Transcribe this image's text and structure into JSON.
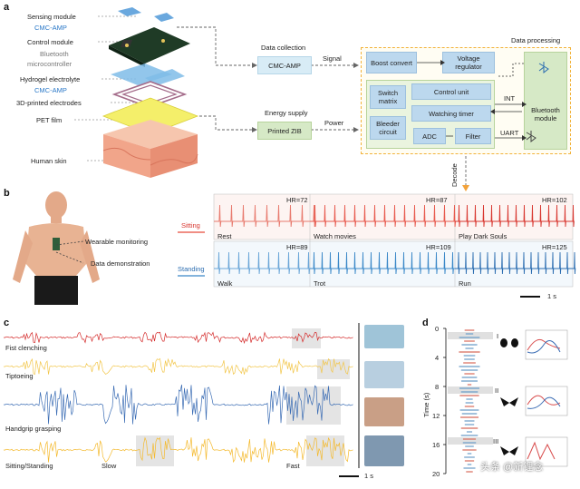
{
  "panels": {
    "a": "a",
    "b": "b",
    "c": "c",
    "d": "d"
  },
  "panel_a": {
    "layers": [
      {
        "name": "Sensing module",
        "sub": "CMC-AMP"
      },
      {
        "name": "Control module",
        "sub": "Bluetooth",
        "sub2": "microcontroller"
      },
      {
        "name": "Hydrogel electrolyte",
        "sub": "CMC-AMP"
      },
      {
        "name": "3D-printed electrodes"
      },
      {
        "name": "PET film"
      },
      {
        "name": "Human skin"
      }
    ],
    "data_collection": {
      "title": "Data collection",
      "box": "CMC-AMP",
      "arrow": "Signal"
    },
    "energy_supply": {
      "title": "Energy supply",
      "box": "Printed ZIB",
      "arrow": "Power"
    },
    "processing": {
      "title": "Data processing",
      "boost": "Boost convert",
      "regulator": "Voltage regulator",
      "switch": "Switch matrix",
      "control": "Control unit",
      "timer": "Watching timer",
      "bleeder": "Bleeder circuit",
      "adc": "ADC",
      "filter": "Filter",
      "int": "INT",
      "uart": "UART",
      "bluetooth": "Bluetooth module"
    },
    "decode": "Decode"
  },
  "panel_b": {
    "wearable": "Wearable monitoring",
    "demo": "Data demonstration",
    "sitting": "Sitting",
    "standing": "Standing",
    "sitting_traces": [
      {
        "activity": "Rest",
        "hr": "HR=72"
      },
      {
        "activity": "Watch movies",
        "hr": "HR=87"
      },
      {
        "activity": "Play Dark Souls",
        "hr": "HR=102"
      }
    ],
    "standing_traces": [
      {
        "activity": "Walk",
        "hr": "HR=89"
      },
      {
        "activity": "Trot",
        "hr": "HR=109"
      },
      {
        "activity": "Run",
        "hr": "HR=125"
      }
    ],
    "scale": "1 s"
  },
  "panel_c": {
    "traces": [
      {
        "label": "Fist clenching",
        "color": "#d42a2a"
      },
      {
        "label": "Tiptoeing",
        "color": "#f2c64a"
      },
      {
        "label": "Handgrip grasping",
        "color": "#3a6cb4"
      },
      {
        "label": "Sitting/Standing",
        "color": "#f4b92c"
      }
    ],
    "slow": "Slow",
    "fast": "Fast",
    "scale": "1 s"
  },
  "panel_d": {
    "ylabel": "Time (s)",
    "ticks": [
      "0",
      "4",
      "8",
      "12",
      "16",
      "20"
    ],
    "stages": [
      "I",
      "II",
      "III"
    ]
  },
  "watermark": "头条 @新锂念"
}
